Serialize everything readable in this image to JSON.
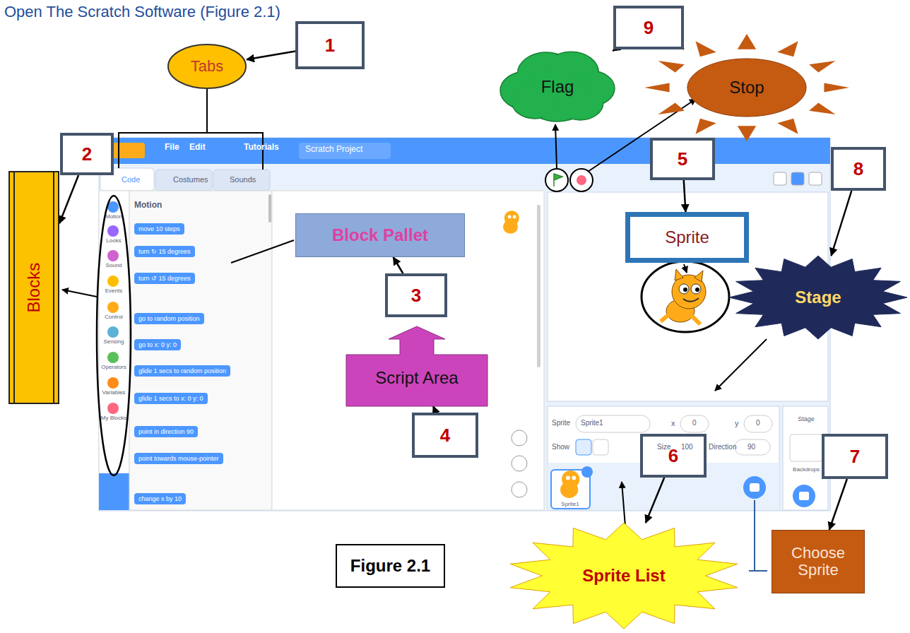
{
  "diagram": {
    "title": "Open The Scratch Software (Figure 2.1)",
    "nodes": [
      {
        "text": [
          "Tabs"
        ]
      },
      {
        "text": [
          "1"
        ]
      },
      {
        "text": [
          "Blocks"
        ]
      },
      {
        "text": [
          "2"
        ]
      },
      {
        "text": [
          "Block Pallet"
        ]
      },
      {
        "text": [
          "3"
        ]
      },
      {
        "text": [
          "Script Area"
        ]
      },
      {
        "text": [
          "4"
        ]
      },
      {
        "text": [
          "9"
        ]
      },
      {
        "text": [
          "Flag"
        ]
      },
      {
        "text": [
          "Stop"
        ]
      },
      {
        "text": [
          "5"
        ]
      },
      {
        "text": [
          "Sprite"
        ]
      },
      {
        "text": [
          "8"
        ]
      },
      {
        "text": [
          "Stage"
        ]
      },
      {
        "text": [
          "6"
        ]
      },
      {
        "text": [
          "Sprite List"
        ]
      },
      {
        "text": [
          "7"
        ]
      },
      {
        "text": [
          "Choose Sprite"
        ]
      },
      {
        "text": [
          "Figure 2.1"
        ]
      }
    ],
    "edges": [
      {
        "from": 1,
        "to": 0,
        "arrow": "to"
      },
      {
        "from": 3,
        "to": 2,
        "arrow": "to"
      },
      {
        "from": 5,
        "to": 4,
        "arrow": "to"
      },
      {
        "from": 7,
        "to": 6,
        "arrow": "to"
      },
      {
        "from": 8,
        "to": 9,
        "arrow": "to"
      },
      {
        "from": 8,
        "to": 10,
        "arrow": "to"
      },
      {
        "from": 11,
        "to": 12,
        "arrow": "to"
      },
      {
        "from": 13,
        "to": 14,
        "arrow": "to"
      },
      {
        "from": 15,
        "to": 16,
        "arrow": "to"
      },
      {
        "from": 17,
        "to": 18,
        "arrow": "to"
      }
    ],
    "labels": [
      "File",
      "Edit",
      "Tutorials",
      "Scratch Project",
      "Code",
      "Costumes",
      "Sounds",
      "Motion",
      "Looks",
      "Sound",
      "Events",
      "Control",
      "Sensing",
      "Operators",
      "Variables",
      "My Blocks",
      "Motion",
      "move 10 steps",
      "turn ↻ 15 degrees",
      "turn ↺ 15 degrees",
      "go to random position",
      "go to x: 0 y: 0",
      "glide 1 secs to random position",
      "glide 1 secs to x: 0 y: 0",
      "point in direction 90",
      "point towards mouse-pointer",
      "change x by 10",
      "Sprite",
      "Sprite1",
      "x",
      "0",
      "y",
      "0",
      "Show",
      "Size",
      "100",
      "Direction",
      "90",
      "Sprite1",
      "Stage",
      "Backdrops"
    ]
  }
}
